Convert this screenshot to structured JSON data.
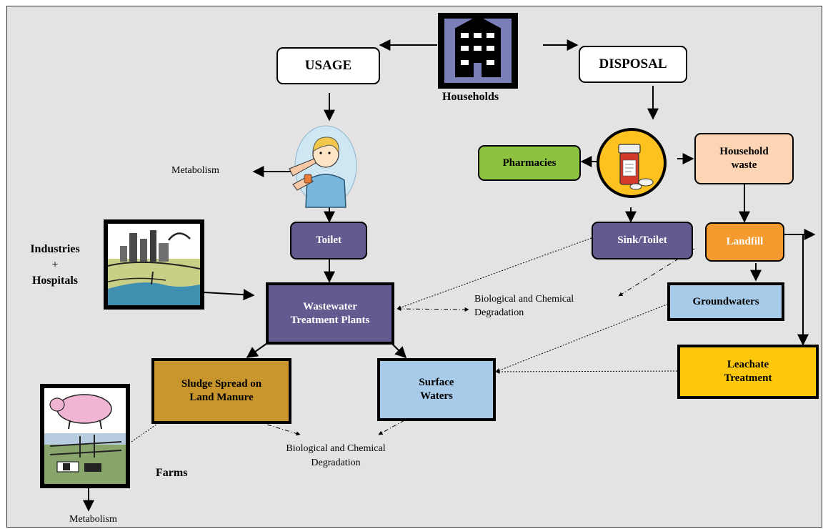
{
  "nodes": {
    "usage": "USAGE",
    "disposal": "DISPOSAL",
    "households": "Households",
    "metabolism_top": "Metabolism",
    "pharmacies": "Pharmacies",
    "household_waste": "Household waste",
    "toilet": "Toilet",
    "sink_toilet": "Sink/Toilet",
    "landfill": "Landfill",
    "industries": "Industries",
    "plus": "+",
    "hospitals": "Hospitals",
    "wwtp": "Wastewater Treatment Plants",
    "degradation_mid": "Biological and Chemical Degradation",
    "groundwaters": "Groundwaters",
    "sludge": "Sludge Spread on Land Manure",
    "surface_waters": "Surface Waters",
    "leachate": "Leachate Treatment",
    "degradation_bottom": "Biological and Chemical Degradation",
    "farms": "Farms",
    "metabolism_bottom": "Metabolism"
  },
  "colors": {
    "background": "#e3e3e3",
    "usage_disposal": "#ffffff",
    "toilet_wwtp": "#615b8f",
    "pharmacies": "#8cc23f",
    "household_waste": "#fcd5b5",
    "landfill": "#f59a2f",
    "groundwaters_surface": "#a7cbe9",
    "sludge": "#c8962d",
    "leachate": "#fdc80c",
    "pill_circle": "#fdc21f"
  },
  "icons": {
    "households": "apartment-building-icon",
    "patient": "child-taking-medicine-icon",
    "pills": "pill-bottle-icon",
    "industries": "factory-river-icon",
    "farms": "pig-and-cattle-icon"
  }
}
